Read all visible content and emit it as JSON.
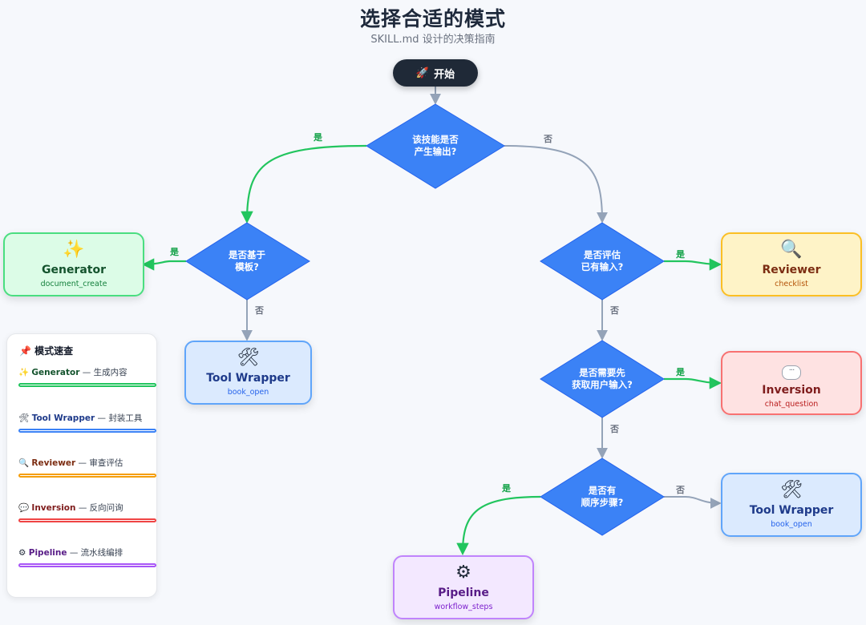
{
  "header": {
    "title": "选择合适的模式",
    "subtitle": "SKILL.md 设计的决策指南"
  },
  "start": {
    "icon": "🚀",
    "label": "开始"
  },
  "decisions": {
    "d1": "该技能是否\n产生输出?",
    "d2": "是否基于\n模板?",
    "d3": "是否评估\n已有输入?",
    "d4": "是否需要先\n获取用户输入?",
    "d5": "是否有\n顺序步骤?"
  },
  "edge_labels": {
    "yes": "是",
    "no": "否"
  },
  "patterns": {
    "generator": {
      "icon": "✨",
      "name": "Generator",
      "sub": "document_create"
    },
    "tool_wrapper": {
      "icon": "🛠",
      "name": "Tool Wrapper",
      "sub": "book_open"
    },
    "reviewer": {
      "icon": "🔍",
      "name": "Reviewer",
      "sub": "checklist"
    },
    "inversion": {
      "icon": "💬",
      "name": "Inversion",
      "sub": "chat_question"
    },
    "pipeline": {
      "icon": "⚙",
      "name": "Pipeline",
      "sub": "workflow_steps"
    }
  },
  "legend": {
    "title": "模式速查",
    "title_icon": "📌",
    "items": [
      {
        "icon": "✨",
        "name": "Generator",
        "desc": " — 生成内容",
        "color": "#22c55e",
        "text_color": "#14532d"
      },
      {
        "icon": "🛠",
        "name": "Tool Wrapper",
        "desc": " — 封装工具",
        "color": "#3b82f6",
        "text_color": "#1e3a8a"
      },
      {
        "icon": "🔍",
        "name": "Reviewer",
        "desc": " — 审查评估",
        "color": "#f59e0b",
        "text_color": "#7c2d12"
      },
      {
        "icon": "💬",
        "name": "Inversion",
        "desc": " — 反向问询",
        "color": "#ef4444",
        "text_color": "#7f1d1d"
      },
      {
        "icon": "⚙",
        "name": "Pipeline",
        "desc": " — 流水线编排",
        "color": "#a855f7",
        "text_color": "#581c87"
      }
    ]
  },
  "colors": {
    "diamond": "#3b82f6",
    "yes_arrow": "#22c55e",
    "no_arrow": "#94a3b8",
    "start_bg": "#1f2937"
  }
}
